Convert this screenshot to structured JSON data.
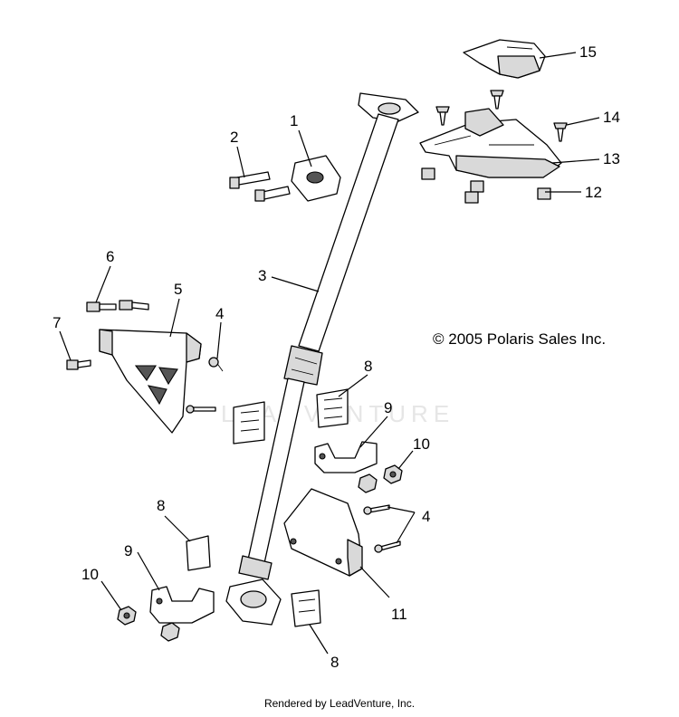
{
  "copyright": "© 2005 Polaris Sales Inc.",
  "footer": "Rendered by LeadVenture, Inc.",
  "watermark": "LEADVENTURE",
  "callouts": [
    {
      "id": "c1",
      "label": "1"
    },
    {
      "id": "c2",
      "label": "2"
    },
    {
      "id": "c3",
      "label": "3"
    },
    {
      "id": "c4a",
      "label": "4"
    },
    {
      "id": "c4b",
      "label": "4"
    },
    {
      "id": "c5",
      "label": "5"
    },
    {
      "id": "c6",
      "label": "6"
    },
    {
      "id": "c7",
      "label": "7"
    },
    {
      "id": "c8a",
      "label": "8"
    },
    {
      "id": "c8b",
      "label": "8"
    },
    {
      "id": "c8c",
      "label": "8"
    },
    {
      "id": "c9a",
      "label": "9"
    },
    {
      "id": "c9b",
      "label": "9"
    },
    {
      "id": "c10a",
      "label": "10"
    },
    {
      "id": "c10b",
      "label": "10"
    },
    {
      "id": "c11",
      "label": "11"
    },
    {
      "id": "c12",
      "label": "12"
    },
    {
      "id": "c13",
      "label": "13"
    },
    {
      "id": "c14",
      "label": "14"
    },
    {
      "id": "c15",
      "label": "15"
    }
  ]
}
